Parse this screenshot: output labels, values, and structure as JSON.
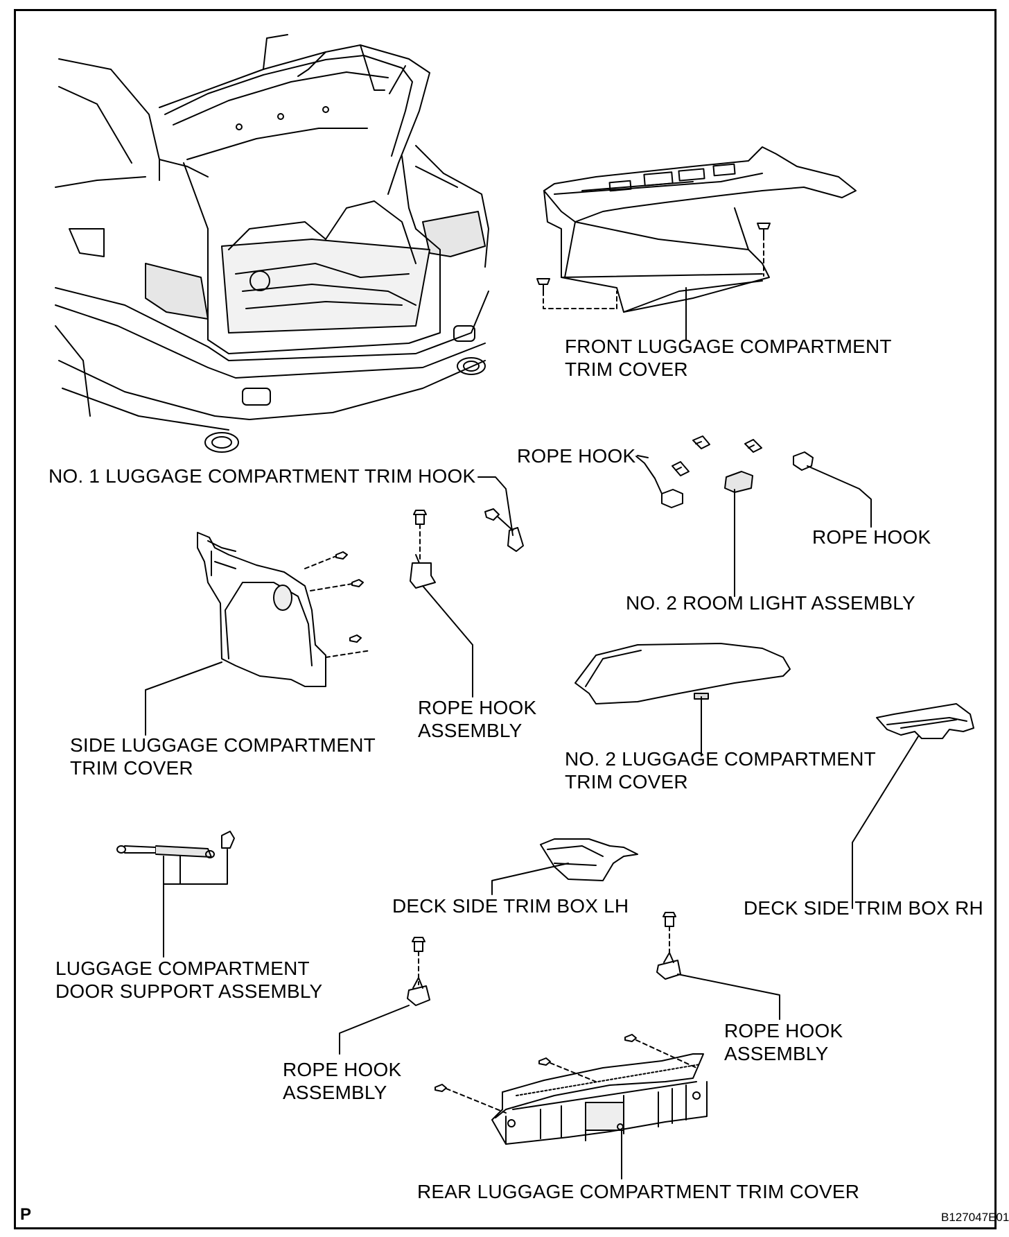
{
  "labels": {
    "front_cover": [
      "FRONT LUGGAGE COMPARTMENT",
      "TRIM COVER"
    ],
    "trim_hook": "NO. 1 LUGGAGE COMPARTMENT TRIM HOOK",
    "rope_hook_left": "ROPE HOOK",
    "rope_hook_right": "ROPE HOOK",
    "room_light": "NO. 2 ROOM LIGHT ASSEMBLY",
    "side_cover": [
      "SIDE LUGGAGE COMPARTMENT",
      "TRIM COVER"
    ],
    "rope_hook_assy_upper": [
      "ROPE HOOK",
      "ASSEMBLY"
    ],
    "no2_cover": [
      "NO. 2 LUGGAGE COMPARTMENT",
      "TRIM COVER"
    ],
    "door_support": [
      "LUGGAGE COMPARTMENT",
      "DOOR SUPPORT ASSEMBLY"
    ],
    "deck_box_lh": "DECK SIDE TRIM BOX LH",
    "deck_box_rh": "DECK SIDE TRIM BOX RH",
    "rope_hook_assy_right": [
      "ROPE HOOK",
      "ASSEMBLY"
    ],
    "rope_hook_assy_lower": [
      "ROPE HOOK",
      "ASSEMBLY"
    ],
    "rear_cover": "REAR LUGGAGE COMPARTMENT TRIM COVER"
  },
  "corner_mark": "P",
  "figure_code": "B127047E01",
  "colors": {
    "ink": "#000000",
    "paper": "#ffffff",
    "shade": "#d6d6d6"
  }
}
